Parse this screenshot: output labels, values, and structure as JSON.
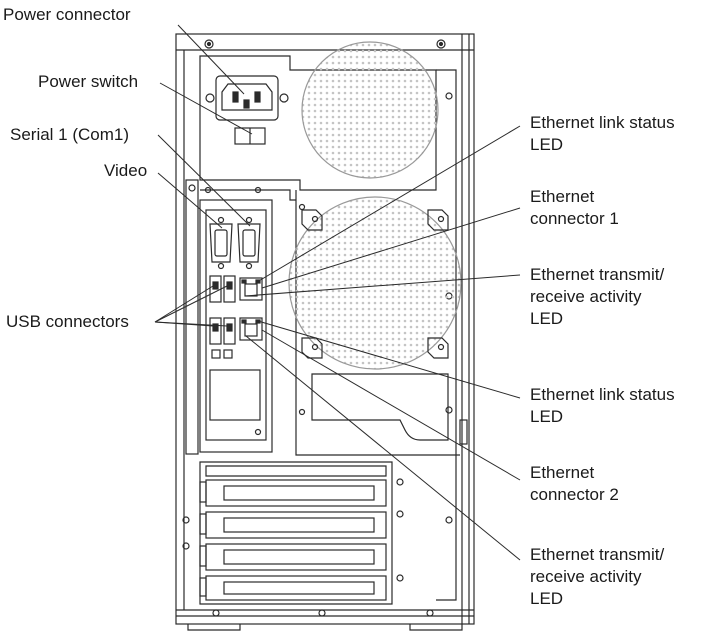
{
  "labels": {
    "power_connector": "Power connector",
    "power_switch": "Power switch",
    "serial": "Serial 1 (Com1)",
    "video": "Video",
    "usb": "USB connectors",
    "eth_link1": [
      "Ethernet link status",
      "LED"
    ],
    "eth_conn1": [
      "Ethernet",
      "connector 1"
    ],
    "eth_act1": [
      "Ethernet transmit/",
      "receive activity",
      "LED"
    ],
    "eth_link2": [
      "Ethernet link status",
      "LED"
    ],
    "eth_conn2": [
      "Ethernet",
      "connector 2"
    ],
    "eth_act2": [
      "Ethernet transmit/",
      "receive activity",
      "LED"
    ]
  },
  "colors": {
    "line": "#2b2b2b",
    "grille": "#bdbdbd",
    "text": "#1a1a1a"
  }
}
